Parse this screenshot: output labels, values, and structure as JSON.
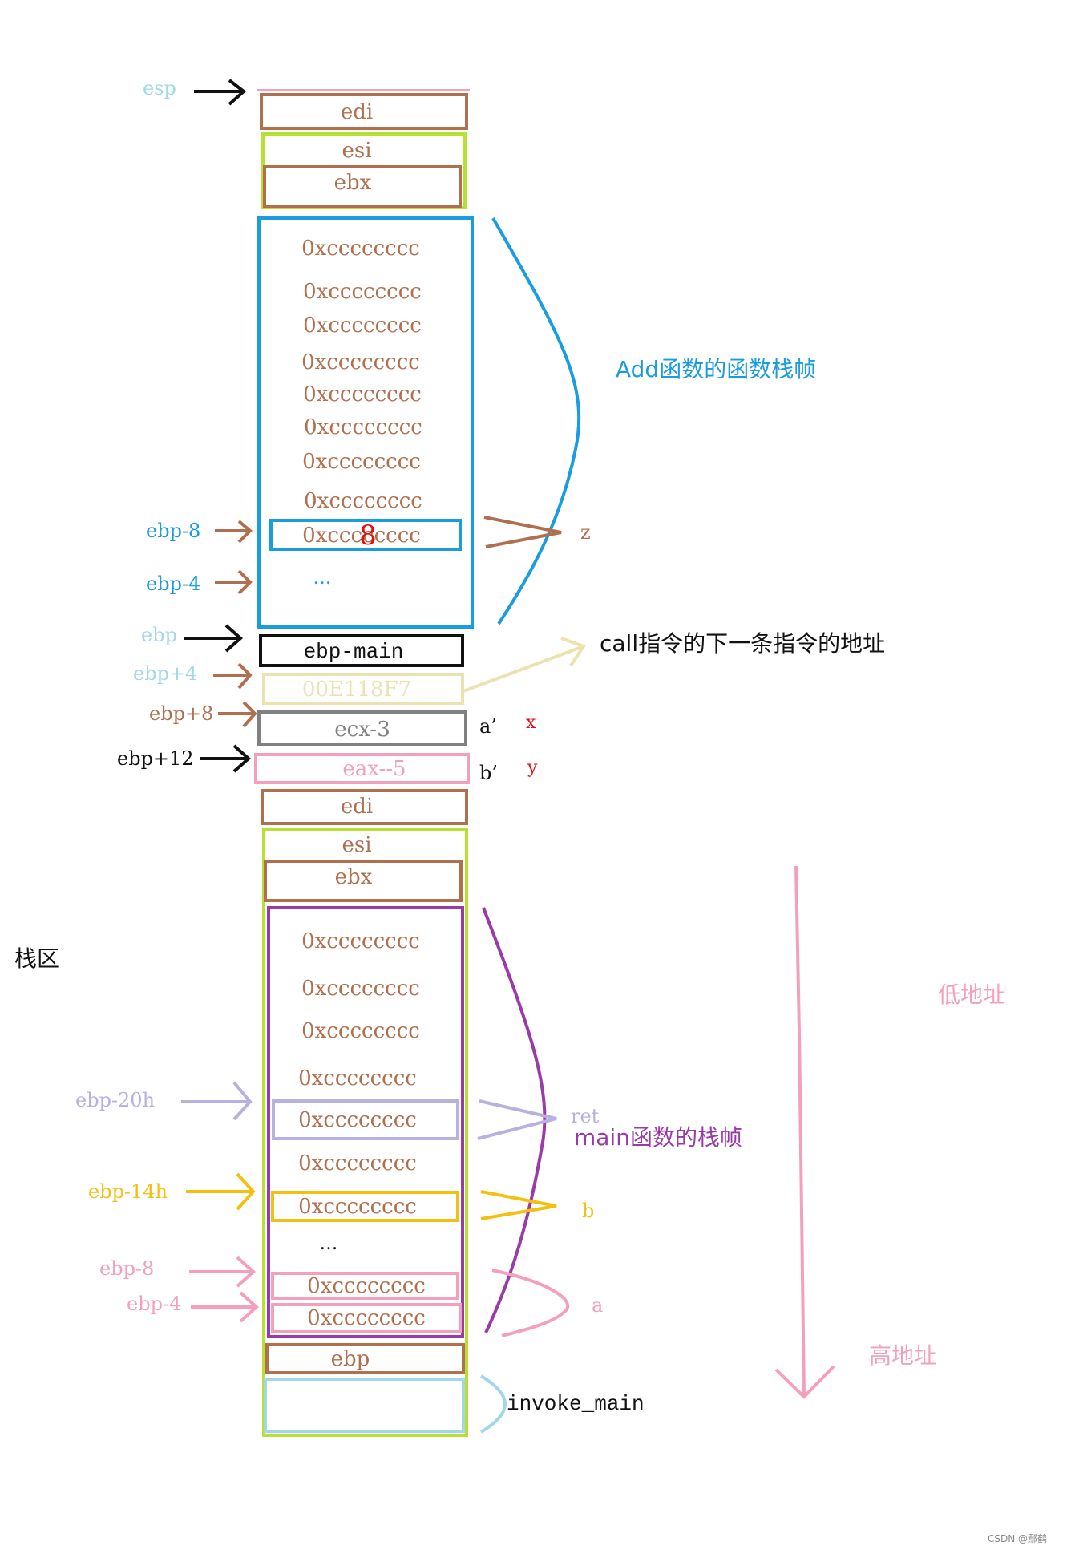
{
  "stack": {
    "top_regs": {
      "edi": "edi",
      "esi": "esi",
      "ebx": "ebx"
    },
    "add_cells": [
      "0xcccccccc",
      "0xcccccccc",
      "0xcccccccc",
      "0xcccccccc",
      "0xcccccccc",
      "0xcccccccc",
      "0xcccccccc",
      "0xcccccccc",
      "0xcccccccc"
    ],
    "add_overlay_digit": "8",
    "add_ellipsis": "...",
    "ebp_main": "ebp-main",
    "ret_addr": "00E118F7",
    "ecx": "ecx-3",
    "eax": "eax--5",
    "mid_regs": {
      "edi": "edi",
      "esi": "esi",
      "ebx": "ebx"
    },
    "main_cells": [
      "0xcccccccc",
      "0xcccccccc",
      "0xcccccccc",
      "0xcccccccc",
      "0xcccccccc",
      "0xcccccccc",
      "0xcccccccc",
      "0xcccccccc",
      "0xcccccccc"
    ],
    "main_ellipsis": "...",
    "ebp_bottom": "ebp"
  },
  "pointers": {
    "esp": "esp",
    "add_ebp_minus_8": "ebp-8",
    "add_ebp_minus_4": "ebp-4",
    "ebp": "ebp",
    "ebp_plus_4": "ebp+4",
    "ebp_plus_8": "ebp+8",
    "ebp_plus_12": "ebp+12",
    "main_ebp_minus_20h": "ebp-20h",
    "main_ebp_minus_14h": "ebp-14h",
    "main_ebp_minus_8": "ebp-8",
    "main_ebp_minus_4": "ebp-4"
  },
  "annotations": {
    "add_frame": "Add函数的函数栈帧",
    "z": "z",
    "call_next": "call指令的下一条指令的地址",
    "a_prime": "a’",
    "x": "x",
    "b_prime": "b’",
    "y": "y",
    "stack_area": "栈区",
    "low_addr": "低地址",
    "ret": "ret",
    "main_frame": "main函数的栈帧",
    "b": "b",
    "a": "a",
    "high_addr": "高地址",
    "invoke_main": "invoke_main",
    "watermark": "CSDN @鄢鹤"
  },
  "colors": {
    "brown": "#b07050",
    "lime": "#b8e030",
    "blue": "#1a9de0",
    "purple": "#9a3aa8",
    "pink": "#f4a0bc",
    "lavender": "#b8b0e0",
    "gold": "#f4c010",
    "lightblue": "#a0d8ea",
    "cream": "#ece2b0",
    "gray": "#808080",
    "red": "#e01010"
  }
}
